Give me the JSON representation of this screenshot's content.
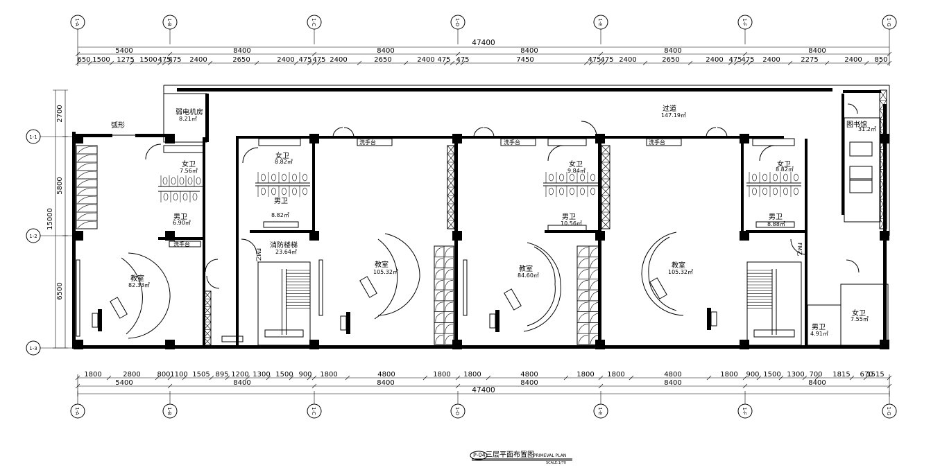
{
  "drawing": {
    "title": "三层平面布置图",
    "title_en": "PRIMEVAL PLAN",
    "scale": "SCALE:1/70",
    "badge": "P-04"
  },
  "dims_top": {
    "overall": "47400",
    "bays": [
      "5400",
      "8400",
      "8400",
      "8400",
      "8400",
      "8400"
    ],
    "detail": [
      "650",
      "1500",
      "1275",
      "1500",
      "475",
      "475",
      "2400",
      "2650",
      "2400",
      "475",
      "475",
      "2400",
      "2650",
      "2400",
      "475",
      "475",
      "7450",
      "475",
      "475",
      "2400",
      "2650",
      "2400",
      "475",
      "475",
      "2400",
      "2275",
      "2400",
      "850"
    ]
  },
  "dims_bottom": {
    "overall": "47400",
    "bays": [
      "5400",
      "8400",
      "8400",
      "8400",
      "8400",
      "8400"
    ],
    "detail": [
      "1800",
      "2800",
      "800",
      "1100",
      "1505",
      "895",
      "1200",
      "1300",
      "1500",
      "900",
      "1800",
      "4800",
      "1800",
      "1800",
      "4800",
      "1800",
      "1800",
      "4800",
      "1800",
      "900",
      "1500",
      "1300",
      "700",
      "1815",
      "670",
      "1515"
    ]
  },
  "dims_left": {
    "overall": "15000",
    "parts": [
      "2700",
      "5800",
      "6500"
    ]
  },
  "axes": {
    "vertical": [
      "1-A",
      "1-B",
      "1-C",
      "1-D",
      "1-E",
      "1-F",
      "1-G"
    ],
    "horizontal": [
      "1-1",
      "1-2",
      "1-3"
    ]
  },
  "rooms": [
    {
      "name": "弧形",
      "area": ""
    },
    {
      "name": "弱电机房",
      "area": "8.21㎡"
    },
    {
      "name": "过道",
      "area": "147.19㎡"
    },
    {
      "name": "图书馆",
      "area": "31.2㎡"
    },
    {
      "name": "女卫",
      "area": "7.56㎡"
    },
    {
      "name": "男卫",
      "area": "6.90㎡"
    },
    {
      "name": "女卫",
      "area": "8.82㎡"
    },
    {
      "name": "男卫",
      "area": "8.82㎡"
    },
    {
      "name": "女卫",
      "area": "9.84㎡"
    },
    {
      "name": "男卫",
      "area": "10.56㎡"
    },
    {
      "name": "女卫",
      "area": "8.82㎡"
    },
    {
      "name": "男卫",
      "area": "8.88㎡"
    },
    {
      "name": "消防楼梯",
      "area": "23.64㎡"
    },
    {
      "name": "教室",
      "area": "82.33㎡"
    },
    {
      "name": "教室",
      "area": "105.32㎡"
    },
    {
      "name": "教室",
      "area": "84.60㎡"
    },
    {
      "name": "教室",
      "area": "105.32㎡"
    },
    {
      "name": "男卫",
      "area": "4.91㎡"
    },
    {
      "name": "女卫",
      "area": "7.55㎡"
    }
  ],
  "door_tags": [
    "FM乙",
    "FM乙"
  ],
  "sink_label": "洗手台"
}
